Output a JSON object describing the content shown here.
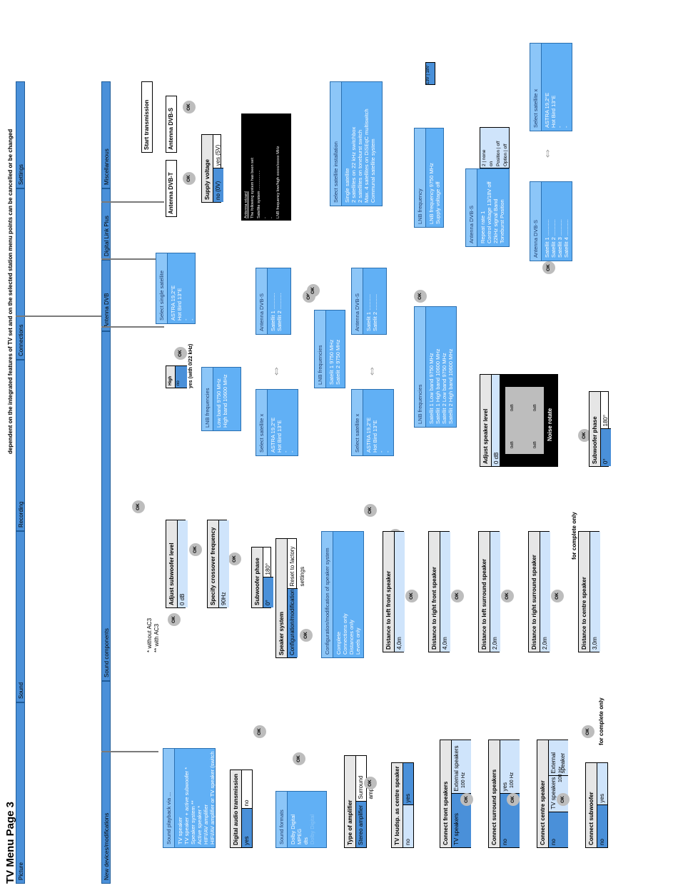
{
  "page_title": "TV Menu Page 3",
  "note": "dependent on the integrated features of TV set and on the selected station menu points can be cancelled or be changed",
  "legend": {
    "star1": "* without AC3",
    "star2": "** with AC3"
  },
  "top_tabs": [
    "Picture",
    "Sound",
    "Recording",
    "Connections",
    "Settings"
  ],
  "sub_tabs": [
    "New devices/modifications",
    "Sound components",
    "Antenna DVB",
    "Digital Link Plus",
    "Miscellaneous"
  ],
  "ok": "OK",
  "sound_playback": {
    "title": "Sound playback via ...",
    "items": [
      "TV speaker",
      "TV speaker + active subwoofer *",
      "Speaker system **",
      "Active speaker *",
      "HIFI/AV amplifier",
      "HIFI/AV amplifier or TV speaker (switchable) **"
    ]
  },
  "digital_audio": {
    "title": "Digital audio transmission",
    "options": [
      "yes",
      "no"
    ]
  },
  "sound_formats": {
    "title": "Sound formats",
    "items": [
      "Dolby Digital",
      "MPEG",
      "dts",
      "Dolby Digital"
    ]
  },
  "type_amplifier": {
    "title": "Type of amplifier",
    "options": [
      "Stereo amplifier",
      "Surround amplifier"
    ]
  },
  "tv_loudsp": {
    "title": "TV loudsp. as centre speaker",
    "options": [
      "no",
      "yes"
    ]
  },
  "connect_front": {
    "title": "Connect front speakers",
    "options": [
      "TV speakers",
      "External speakers"
    ],
    "freq": "100 Hz"
  },
  "connect_surround": {
    "title": "Connect surround speakers",
    "options": [
      "no",
      "yes"
    ],
    "freq": "100 Hz"
  },
  "connect_centre": {
    "title": "Connect centre speaker",
    "options": [
      "no",
      "TV speakers",
      "External speaker"
    ],
    "freq": "100 Hz"
  },
  "connect_sub": {
    "title": "Connect subwoofer",
    "options": [
      "no",
      "yes"
    ]
  },
  "for_complete_only": "for complete only",
  "adjust_sub_level": {
    "title": "Adjust subwoofer level",
    "value": "0 dB"
  },
  "crossover": {
    "title": "Specify crossover frequency",
    "value": "90Hz"
  },
  "sub_phase_1": {
    "title": "Subwoofer phase",
    "options": [
      "0°",
      "180°"
    ]
  },
  "speaker_system": {
    "title": "Speaker system",
    "options": [
      "Configuration/modification",
      "Reset to factory settings"
    ]
  },
  "config_mod": {
    "title": "Configuration/modification of speaker system",
    "items": [
      "Complete",
      "Connections only",
      "Distances only",
      "Levels only"
    ]
  },
  "distances": [
    {
      "title": "Distance to left front speaker",
      "value": "4,0m"
    },
    {
      "title": "Distance to right front speaker",
      "value": "4,0m"
    },
    {
      "title": "Distance to left surround speaker",
      "value": "2,0m"
    },
    {
      "title": "Distance to right surround speaker",
      "value": "2,0m"
    },
    {
      "title": "Distance to centre speaker",
      "value": "3,0m"
    }
  ],
  "adjust_speaker_level": {
    "title": "Adjust speaker level",
    "value": "0 dB"
  },
  "noise_rotate": {
    "title": "Noise rotate",
    "db": [
      "0dB",
      "0dB",
      "0dB",
      "0dB"
    ]
  },
  "sub_phase_2": {
    "title": "Subwoofer phase",
    "options": [
      "0°",
      "180°"
    ]
  },
  "antenna_dvb_t": "Antenna DVB-T",
  "antenna_dvb_s_top": "Antenna DVB-S",
  "supply_voltage": {
    "title": "Supply voltage",
    "options": [
      "no (0V)",
      "yes (5V)"
    ]
  },
  "start_transmission": "Start transmission",
  "antenna_wizard": {
    "title": "Antenna wizard",
    "line1": "The following system has been set:",
    "row1_label": "Satellite system",
    "row1_value": "..................",
    "row2": "-",
    "row3": "-",
    "row4_label": "LNB frequency low/high",
    "row4_value": "xxxxx/xxxxx MHz"
  },
  "sat_install": {
    "title": "Select satellite installation",
    "items": [
      "Single satellite",
      "2 satellites on 22 kHz switchbox",
      "2 satellites on toneburst switch",
      "Max. 4 satellites on DiSEqC multiswitch",
      "Communal satellite system"
    ]
  },
  "single_sat": {
    "title": "Select single satellite",
    "items": [
      "ASTRA 19,2°E",
      "Hot Bird 13°E",
      "-",
      "-"
    ]
  },
  "high_band": {
    "title": "High band",
    "options": [
      "no",
      "yes (with 0/22 kHz)"
    ]
  },
  "lnb_freq_a": {
    "title": "LNB frequencies",
    "rows": [
      [
        "Low band",
        "9750 MHz"
      ],
      [
        "High band",
        "10600 MHz"
      ]
    ]
  },
  "ant_dvbs_a": {
    "title": "Antenna DVB-S",
    "rows": [
      [
        "Satellit 1",
        "..........."
      ],
      [
        "Satellit 2",
        "..........."
      ]
    ]
  },
  "sel_sat_x_a": {
    "title": "Select satellite x",
    "items": [
      "ASTRA 19,2°E",
      "Hot Bird 13°E",
      "-",
      "-"
    ]
  },
  "lnb_freq_b": {
    "title": "LNB frequencies",
    "rows": [
      [
        "Satelit 1",
        "9750 MHz"
      ],
      [
        "Satelit 2",
        "9750 MHz"
      ]
    ]
  },
  "ant_dvbs_b": {
    "title": "Antenna DVB-S",
    "rows": [
      [
        "Satelit 1",
        "..........."
      ],
      [
        "Satelit 2",
        "..........."
      ]
    ]
  },
  "sel_sat_x_b": {
    "title": "Select satellite x",
    "items": [
      "ASTRA 19,2°E",
      "Hot Bird 13°E",
      "-",
      "-"
    ]
  },
  "lnb_freq_c": {
    "title": "LNB frequencies",
    "rows": [
      [
        "Satellit 1 Low band",
        "9750 MHz"
      ],
      [
        "Satellit 1 High band",
        "10600 MHz"
      ],
      [
        "Satellit 2 Low band",
        "9750 MHz"
      ],
      [
        "Satellit 2 High band",
        "10600 MHz"
      ]
    ]
  },
  "lnb_freq_d": {
    "title": "LNB frequency",
    "rows": [
      [
        "LNB frequency",
        "9750 MHz"
      ],
      [
        "Supply voltage",
        "off"
      ]
    ],
    "badge": "13V | 18V"
  },
  "ant_dvbs_e": {
    "title": "Antenna DVB-S",
    "rows": [
      [
        "Repeat rate",
        "1"
      ],
      [
        "Control voltage 13/18V",
        "off"
      ],
      [
        "22kHz signal",
        "Band"
      ],
      [
        "Toneburst",
        "Position"
      ]
    ]
  },
  "options_e": [
    "2 | none",
    "on",
    "Position | off",
    "Option | off"
  ],
  "ant_dvbs_f": {
    "title": "Antenna DVB-S",
    "rows": [
      [
        "Satellit 1",
        "..........."
      ],
      [
        "Satellit 2",
        "..........."
      ],
      [
        "Satellit 3",
        "..........."
      ],
      [
        "Satellit 4",
        "..........."
      ]
    ]
  },
  "sel_sat_x_f": {
    "title": "Select satellite x",
    "items": [
      "ASTRA 19,2°E",
      "Hot Bird 13°E",
      "-",
      "-"
    ]
  }
}
